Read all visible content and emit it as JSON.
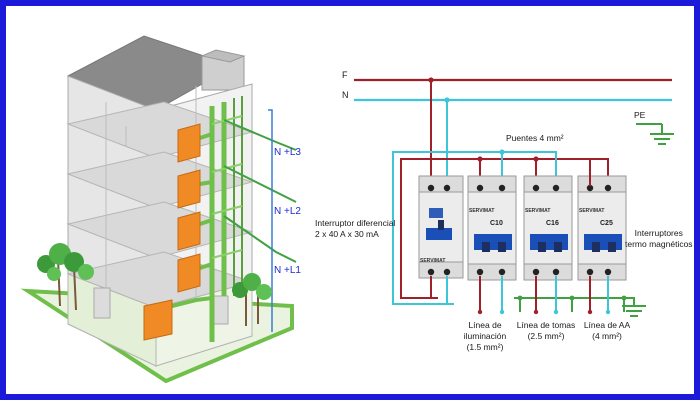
{
  "building": {
    "phase_labels": [
      "N  +L3",
      "N  +L2",
      "N  +L1"
    ]
  },
  "schematic": {
    "line_f": "F",
    "line_n": "N",
    "ground_label": "PE",
    "bridge_label": "Puentes 4 mm²",
    "rcd_label_line1": "Interruptor diferencial",
    "rcd_label_line2": "2 x 40 A x 30 mA",
    "breakers_label_line1": "Interruptores",
    "breakers_label_line2": "termo magnéticos",
    "brand": "SERVIMAT",
    "breaker_ratings": [
      "C10",
      "C16",
      "C25"
    ],
    "circuits": [
      {
        "line1": "Línea de",
        "line2": "iluminación",
        "line3": "(1.5 mm²)"
      },
      {
        "line1": "Línea de tomas",
        "line2": "(2.5 mm²)",
        "line3": ""
      },
      {
        "line1": "Línea de AA",
        "line2": "(4 mm²)",
        "line3": ""
      }
    ]
  },
  "colors": {
    "frame": "#1a1ad8",
    "phase_wire": "#a0202a",
    "neutral_wire": "#3cc6d8",
    "ground_wire": "#3fa13f",
    "riser": "#6fbf4a",
    "panel_box": "#f08a25",
    "breaker_handle": "#1a4fb8"
  }
}
